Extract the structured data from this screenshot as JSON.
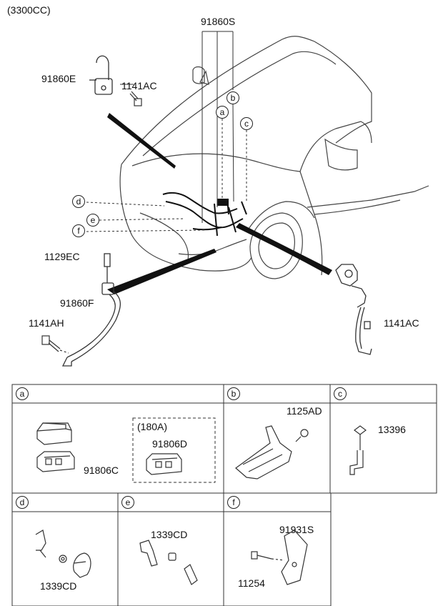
{
  "header": {
    "variant": "(3300CC)"
  },
  "callouts": {
    "main_harness": "91860S",
    "battery_cable_top": "91860E",
    "bolt_top": "1141AC",
    "bolt_left_upper": "1129EC",
    "cable_left": "91860F",
    "bolt_left_lower": "1141AH",
    "bolt_right": "1141AC"
  },
  "markers": [
    "a",
    "b",
    "c",
    "d",
    "e",
    "f"
  ],
  "panels": {
    "a": {
      "letter": "a",
      "box_label": "(180A)",
      "part_upper": "91806D",
      "part_lower": "91806C"
    },
    "b": {
      "letter": "b",
      "part": "1125AD"
    },
    "c": {
      "letter": "c",
      "part": "13396"
    },
    "d": {
      "letter": "d",
      "part": "1339CD"
    },
    "e": {
      "letter": "e",
      "part": "1339CD"
    },
    "f": {
      "letter": "f",
      "part_upper": "91931S",
      "part_lower": "11254"
    }
  }
}
